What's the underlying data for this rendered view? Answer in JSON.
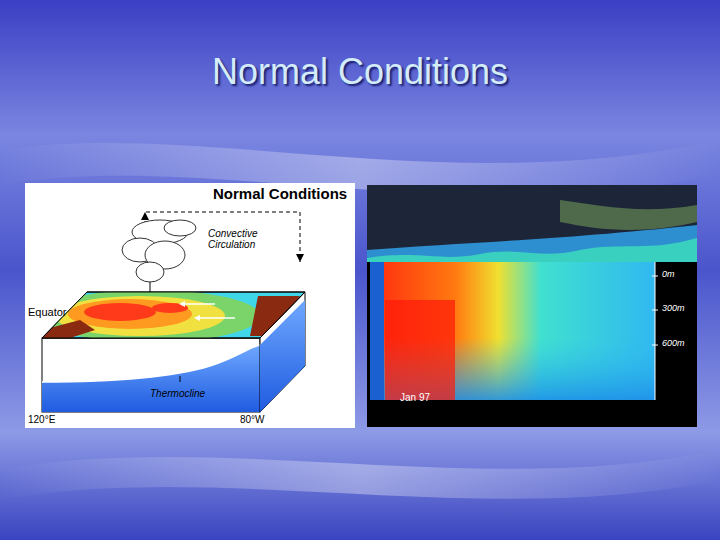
{
  "diagram": {
    "title": "Normal Conditions",
    "labels": [
      "Normal Conditions",
      "Convective Circulation",
      "Equator",
      "Thermocline",
      "120°E",
      "80°W",
      "0m",
      "300m",
      "600m",
      "Jan 97"
    ]
  }
}
